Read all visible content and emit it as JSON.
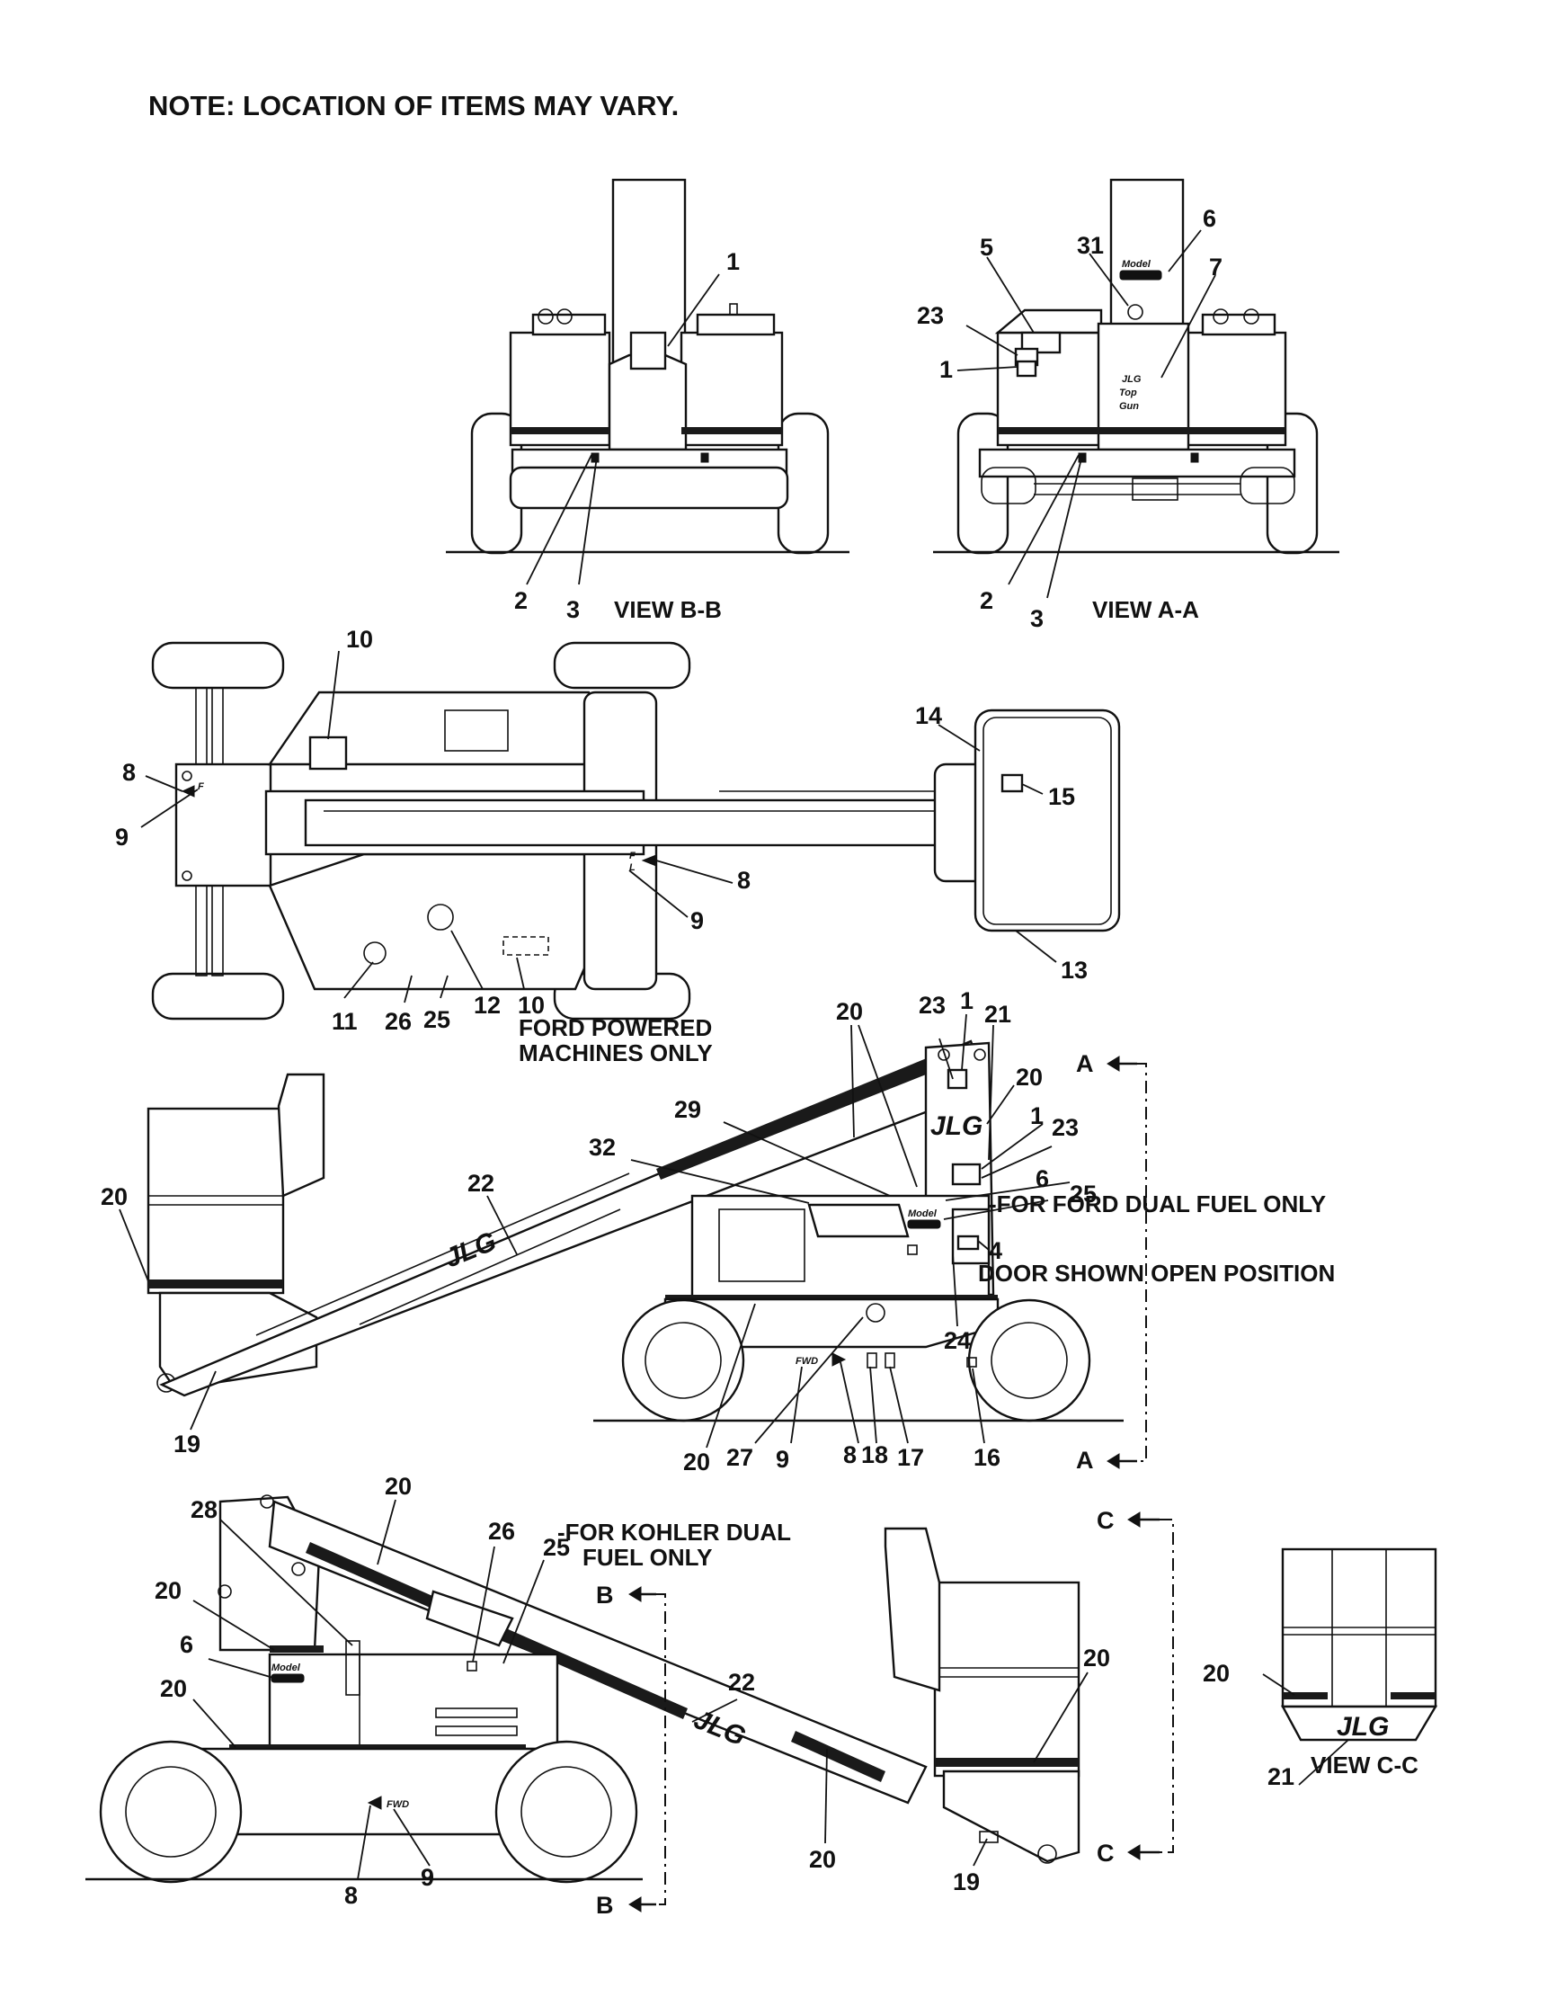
{
  "note": "NOTE: LOCATION OF ITEMS MAY VARY.",
  "view_bb": {
    "caption": "VIEW B-B",
    "callouts": [
      "1",
      "2",
      "3"
    ]
  },
  "view_aa": {
    "caption": "VIEW A-A",
    "callouts": [
      "31",
      "6",
      "5",
      "7",
      "23",
      "1",
      "2",
      "3"
    ]
  },
  "top_view": {
    "callouts": [
      "10",
      "8",
      "9",
      "14",
      "15",
      "8",
      "9",
      "13",
      "11",
      "26",
      "25",
      "12",
      "10"
    ],
    "ford_note_line1": "FORD POWERED",
    "ford_note_line2": "MACHINES ONLY",
    "fwd_glyph": "FWD"
  },
  "side_view_1": {
    "callouts": [
      "20",
      "23",
      "1",
      "21",
      "20",
      "1",
      "23",
      "29",
      "32",
      "22",
      "20",
      "6",
      "25",
      "4",
      "24",
      "19",
      "20",
      "27",
      "9",
      "8",
      "18",
      "17",
      "16"
    ],
    "dual_fuel_note": "-FOR FORD DUAL FUEL ONLY",
    "door_note": "DOOR SHOWN OPEN POSITION",
    "section_a_top": "A",
    "section_a_bottom": "A",
    "fwd_label": "FWD",
    "logo": "JLG"
  },
  "side_view_2": {
    "callouts": [
      "20",
      "28",
      "26",
      "25",
      "20",
      "6",
      "20",
      "22",
      "20",
      "20",
      "19",
      "8",
      "9"
    ],
    "kohler_note_line1": "-FOR KOHLER DUAL",
    "kohler_note_line2": "FUEL ONLY",
    "section_b_top": "B",
    "section_b_bottom": "B",
    "fwd_label": "FWD",
    "logo": "JLG"
  },
  "view_cc": {
    "caption": "VIEW C-C",
    "callouts": [
      "20",
      "21"
    ],
    "section_c_top": "C",
    "section_c_bottom": "C",
    "logo": "JLG"
  },
  "colors": {
    "ink": "#111111",
    "paper": "#ffffff"
  }
}
